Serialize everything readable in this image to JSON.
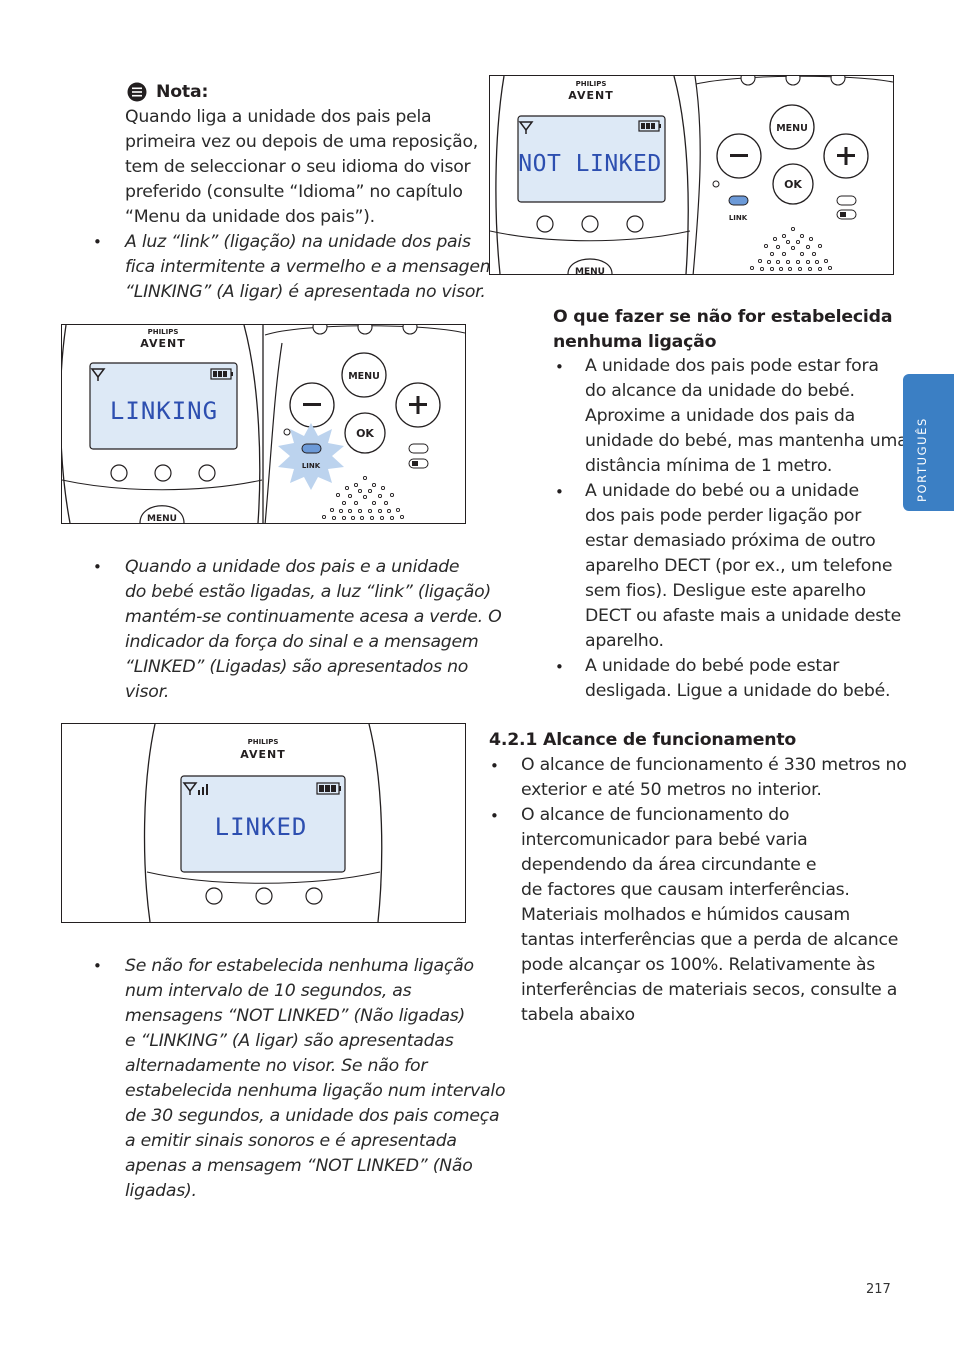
{
  "note": {
    "title": "Nota:",
    "lines": [
      "Quando liga a unidade dos pais pela",
      "primeira vez ou depois de uma reposição,",
      "tem de seleccionar o seu idioma do visor",
      "preferido (consulte “Idioma” no capítulo",
      "“Menu da unidade dos pais”)."
    ]
  },
  "bullet_linking": {
    "lines": [
      "A luz “link” (ligação) na unidade dos pais",
      "fica intermitente a vermelho e a mensagem",
      "“LINKING” (A ligar) é apresentada no visor."
    ]
  },
  "bullet_linked": {
    "lines": [
      "Quando a unidade dos pais e a unidade",
      "do bebé estão ligadas, a luz “link” (ligação)",
      "mantém-se continuamente acesa a verde. O",
      "indicador da força do sinal e a mensagem",
      "“LINKED” (Ligadas) são apresentados no",
      "visor."
    ]
  },
  "bullet_notlinked": {
    "lines": [
      "Se não for estabelecida nenhuma ligação",
      "num intervalo de 10 segundos, as",
      "mensagens “NOT LINKED” (Não ligadas)",
      "e “LINKING” (A ligar) são apresentadas",
      "alternadamente no visor. Se não for",
      "estabelecida nenhuma ligação num intervalo",
      "de 30 segundos, a unidade dos pais começa",
      "a emitir sinais sonoros e é apresentada",
      "apenas a mensagem “NOT LINKED” (Não",
      "ligadas)."
    ]
  },
  "figures": {
    "brand_top": "PHILIPS",
    "brand_bottom": "AVENT",
    "menu_label": "MENU",
    "ok_label": "OK",
    "link_label": "LINK",
    "lcd_linking": "LINKING",
    "lcd_linked": "LINKED",
    "lcd_notlinked": "NOT LINKED",
    "lcd_color": "#2d4fb0",
    "lcd_bg": "#dde9f6",
    "link_led_color": "#6c9ad8",
    "starburst_color": "#bcd3ee"
  },
  "troubleshoot": {
    "heading_lines": [
      "O que fazer se não for estabelecida",
      "nenhuma ligação"
    ],
    "items": [
      {
        "lines": [
          "A unidade dos pais pode estar fora",
          "do alcance da unidade do bebé.",
          "Aproxime a unidade dos pais da",
          "unidade do bebé, mas mantenha uma",
          "distância mínima de 1 metro."
        ]
      },
      {
        "lines": [
          "A unidade do bebé ou a unidade",
          "dos pais pode perder ligação por",
          "estar demasiado próxima de outro",
          "aparelho DECT (por ex., um telefone",
          "sem fios). Desligue este aparelho",
          "DECT ou afaste mais a unidade deste",
          "aparelho."
        ]
      },
      {
        "lines": [
          "A unidade do bebé pode estar",
          "desligada. Ligue a unidade do bebé."
        ]
      }
    ]
  },
  "range": {
    "heading": "4.2.1 Alcance de funcionamento",
    "items": [
      {
        "lines": [
          "O alcance de funcionamento é 330 metros no",
          "exterior e até 50 metros no interior."
        ]
      },
      {
        "lines": [
          "O alcance de funcionamento do",
          "intercomunicador para bebé varia",
          "dependendo da área circundante e",
          "de factores que causam interferências.",
          "Materiais molhados e húmidos causam",
          "tantas interferências que a perda de alcance",
          "pode alcançar os 100%. Relativamente às",
          "interferências de materiais secos, consulte a",
          "tabela abaixo"
        ]
      }
    ]
  },
  "side_tab": {
    "label": "PORTUGUÊS",
    "color": "#3b7fc4"
  },
  "page_number": "217"
}
